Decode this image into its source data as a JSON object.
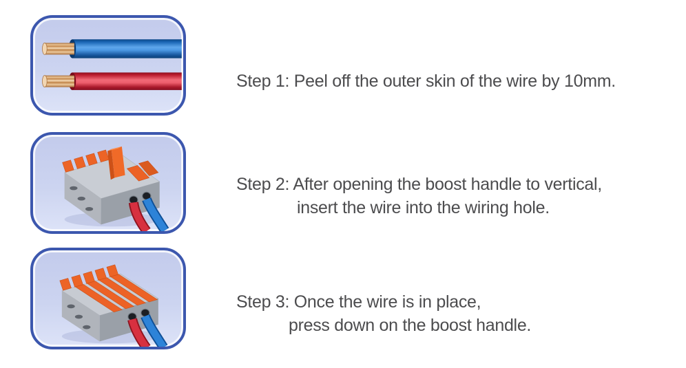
{
  "steps": [
    {
      "illustration": "two-stripped-wires",
      "caption_lines": [
        "Step 1: Peel off the outer skin of the wire by 10mm."
      ]
    },
    {
      "illustration": "connector-boost-handle-open-wires-inserted",
      "caption_lines": [
        "Step 2: After opening the boost handle to vertical,",
        "insert the wire into the wiring hole."
      ]
    },
    {
      "illustration": "connector-boost-handles-pressed-down",
      "caption_lines": [
        "Step 3: Once the wire is in place,",
        "press down on the boost handle."
      ]
    }
  ],
  "colors": {
    "panel_border": "#3c57ae",
    "panel_background": "#ccd4f0",
    "wire_blue": "#2277cf",
    "wire_red": "#d2293a",
    "copper": "#e0b586",
    "connector_gray": "#b9bdc4",
    "lever_orange": "#ec6226",
    "caption_text": "#4c4c4e",
    "page_background": "#ffffff"
  }
}
